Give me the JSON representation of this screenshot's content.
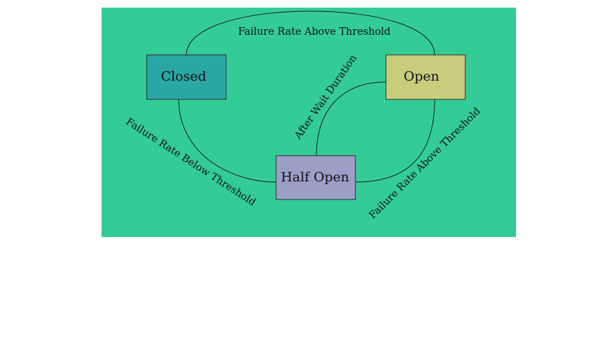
{
  "diagram": {
    "background_color": "#34cc96",
    "states": {
      "closed": {
        "label": "Closed",
        "color": "#2aa6a4"
      },
      "open": {
        "label": "Open",
        "color": "#c8cd7e"
      },
      "half_open": {
        "label": "Half Open",
        "color": "#9d9ec8"
      }
    },
    "transitions": {
      "closed_to_open": {
        "label": "Failure Rate Above Threshold"
      },
      "open_to_half_open": {
        "label": "After Wait Duration"
      },
      "half_open_to_closed": {
        "label": "Failure Rate Below Threshold"
      },
      "half_open_to_open": {
        "label": "Failure Rate Above Threshold"
      }
    }
  }
}
